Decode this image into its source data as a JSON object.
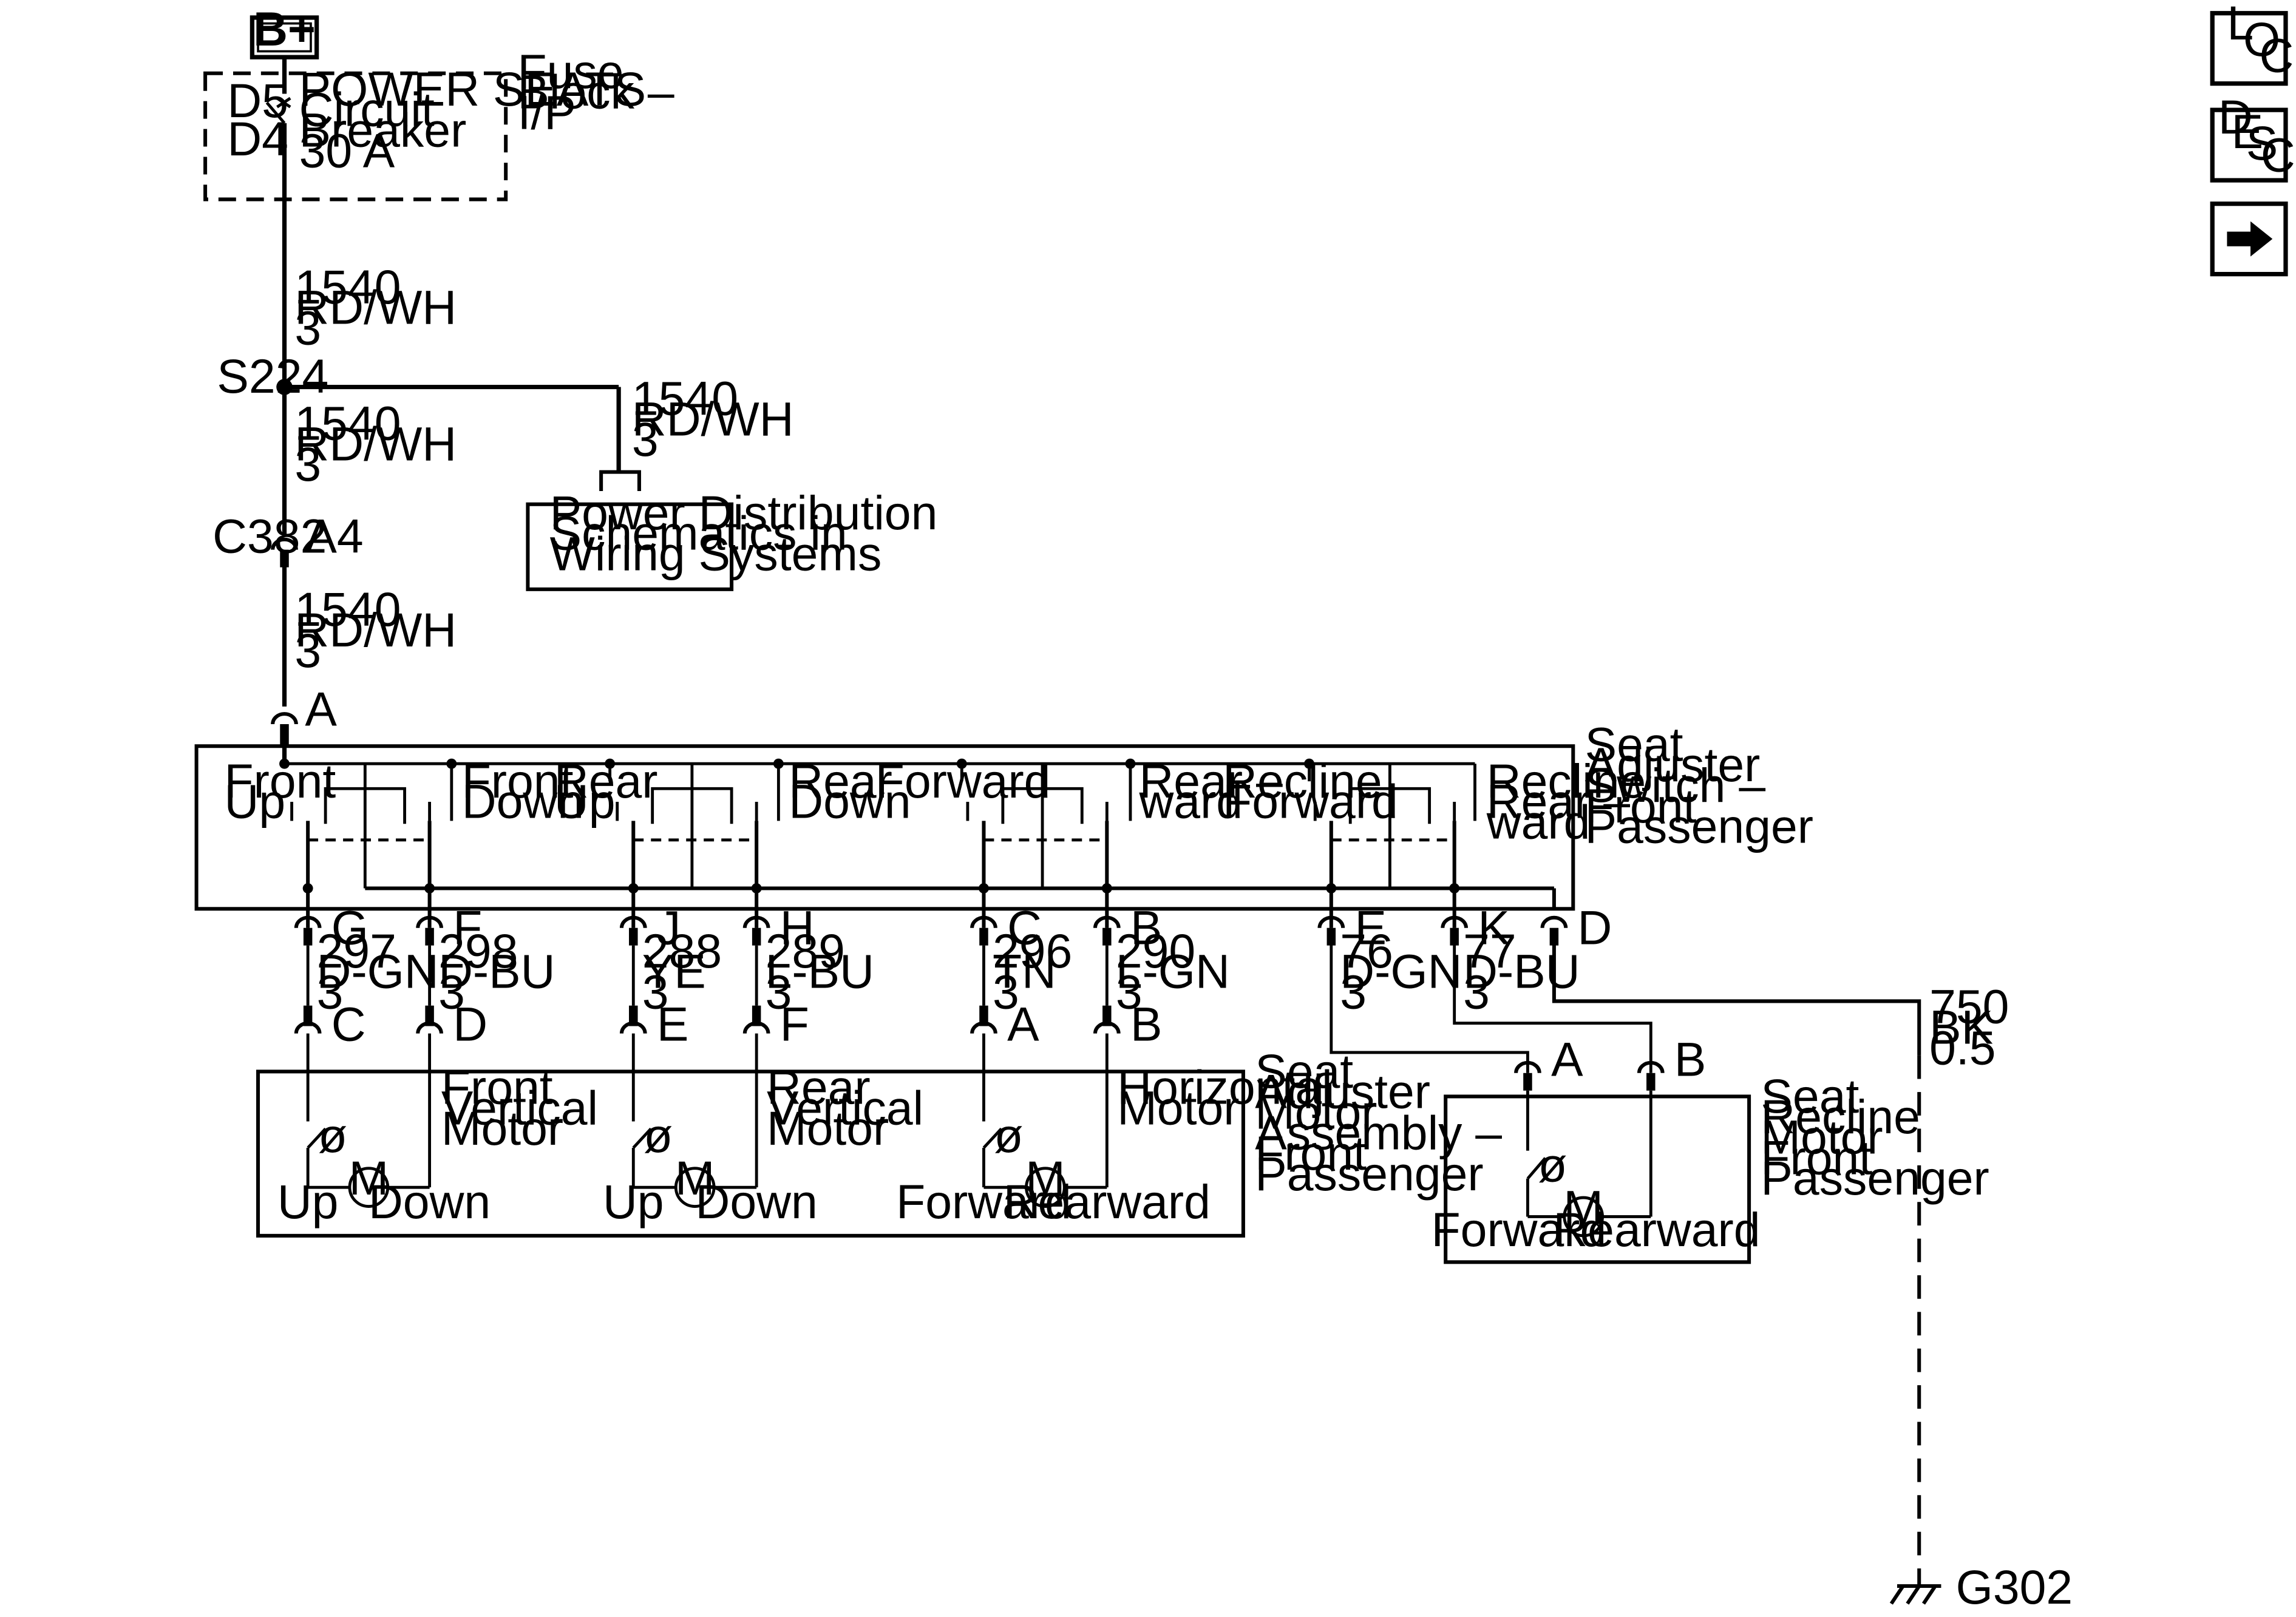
{
  "power_source": "B+",
  "fuse_block": {
    "label": [
      "Fuse",
      "Block –",
      "I/P"
    ],
    "cavity_top": "D5",
    "cavity_bottom": "D4",
    "breaker_text": [
      "POWER SEATS",
      "Circuit",
      "Breaker",
      "30 A"
    ]
  },
  "wires": {
    "feed_1": [
      "1540",
      "RD/WH",
      "3"
    ],
    "feed_2": [
      "1540",
      "RD/WH",
      "3"
    ],
    "feed_3": [
      "1540",
      "RD/WH",
      "3"
    ],
    "branch": [
      "1540",
      "RD/WH",
      "3"
    ],
    "ground": [
      "750",
      "BK",
      "0.5"
    ]
  },
  "splice": "S224",
  "inline_connector": {
    "name": "C382",
    "pin": "A4"
  },
  "reference_box": [
    "Power Distribution",
    "Schematics in",
    "Wiring Systems"
  ],
  "switch": {
    "feed_pin": "A",
    "title": [
      "Seat",
      "Adjuster",
      "Switch –",
      "Front",
      "Passenger"
    ],
    "labels": {
      "front_up": [
        "Front",
        "Up"
      ],
      "front_down": [
        "Front",
        "Down"
      ],
      "rear_up": [
        "Rear",
        "Up"
      ],
      "rear_down": [
        "Rear",
        "Down"
      ],
      "forward": [
        "Forward"
      ],
      "rearward": [
        "Rear –",
        "ward"
      ],
      "recline_forward": [
        "Recline",
        "Forward"
      ],
      "recline_rearward": [
        "Recline",
        "Rear –",
        "ward"
      ]
    },
    "pins": [
      "G",
      "F",
      "J",
      "H",
      "C",
      "B",
      "E",
      "K",
      "D"
    ]
  },
  "circuits": [
    [
      "297",
      "D-GN",
      "3"
    ],
    [
      "298",
      "D-BU",
      "3"
    ],
    [
      "288",
      "YE",
      "3"
    ],
    [
      "289",
      "L-BU",
      "3"
    ],
    [
      "296",
      "TN",
      "3"
    ],
    [
      "290",
      "L-GN",
      "3"
    ],
    [
      "76",
      "D-GN",
      "3"
    ],
    [
      "77",
      "D-BU",
      "3"
    ]
  ],
  "motor_assembly": {
    "title": [
      "Seat",
      "Adjuster",
      "Motor",
      "Assembly –",
      "Front",
      "Passenger"
    ],
    "pins": [
      "C",
      "D",
      "E",
      "F",
      "A",
      "B"
    ],
    "motors": [
      {
        "name": [
          "Front",
          "Vertical",
          "Motor"
        ],
        "left": "Up",
        "right": "Down"
      },
      {
        "name": [
          "Rear",
          "Vertical",
          "Motor"
        ],
        "left": "Up",
        "right": "Down"
      },
      {
        "name": [
          "Horizontal",
          "Motor"
        ],
        "left": "Forward",
        "right": "Rearward"
      }
    ]
  },
  "recline_motor": {
    "title": [
      "Seat",
      "Recline",
      "Motor",
      "Front",
      "Passenger"
    ],
    "pins": [
      "A",
      "B"
    ],
    "left": "Forward",
    "right": "Rearward"
  },
  "motor_symbol": "M",
  "ground": "G302",
  "nav": {
    "loc": [
      "L",
      "O",
      "C"
    ],
    "desc": [
      "D",
      "E",
      "S",
      "C"
    ],
    "next_icon": "arrow-right-icon"
  }
}
